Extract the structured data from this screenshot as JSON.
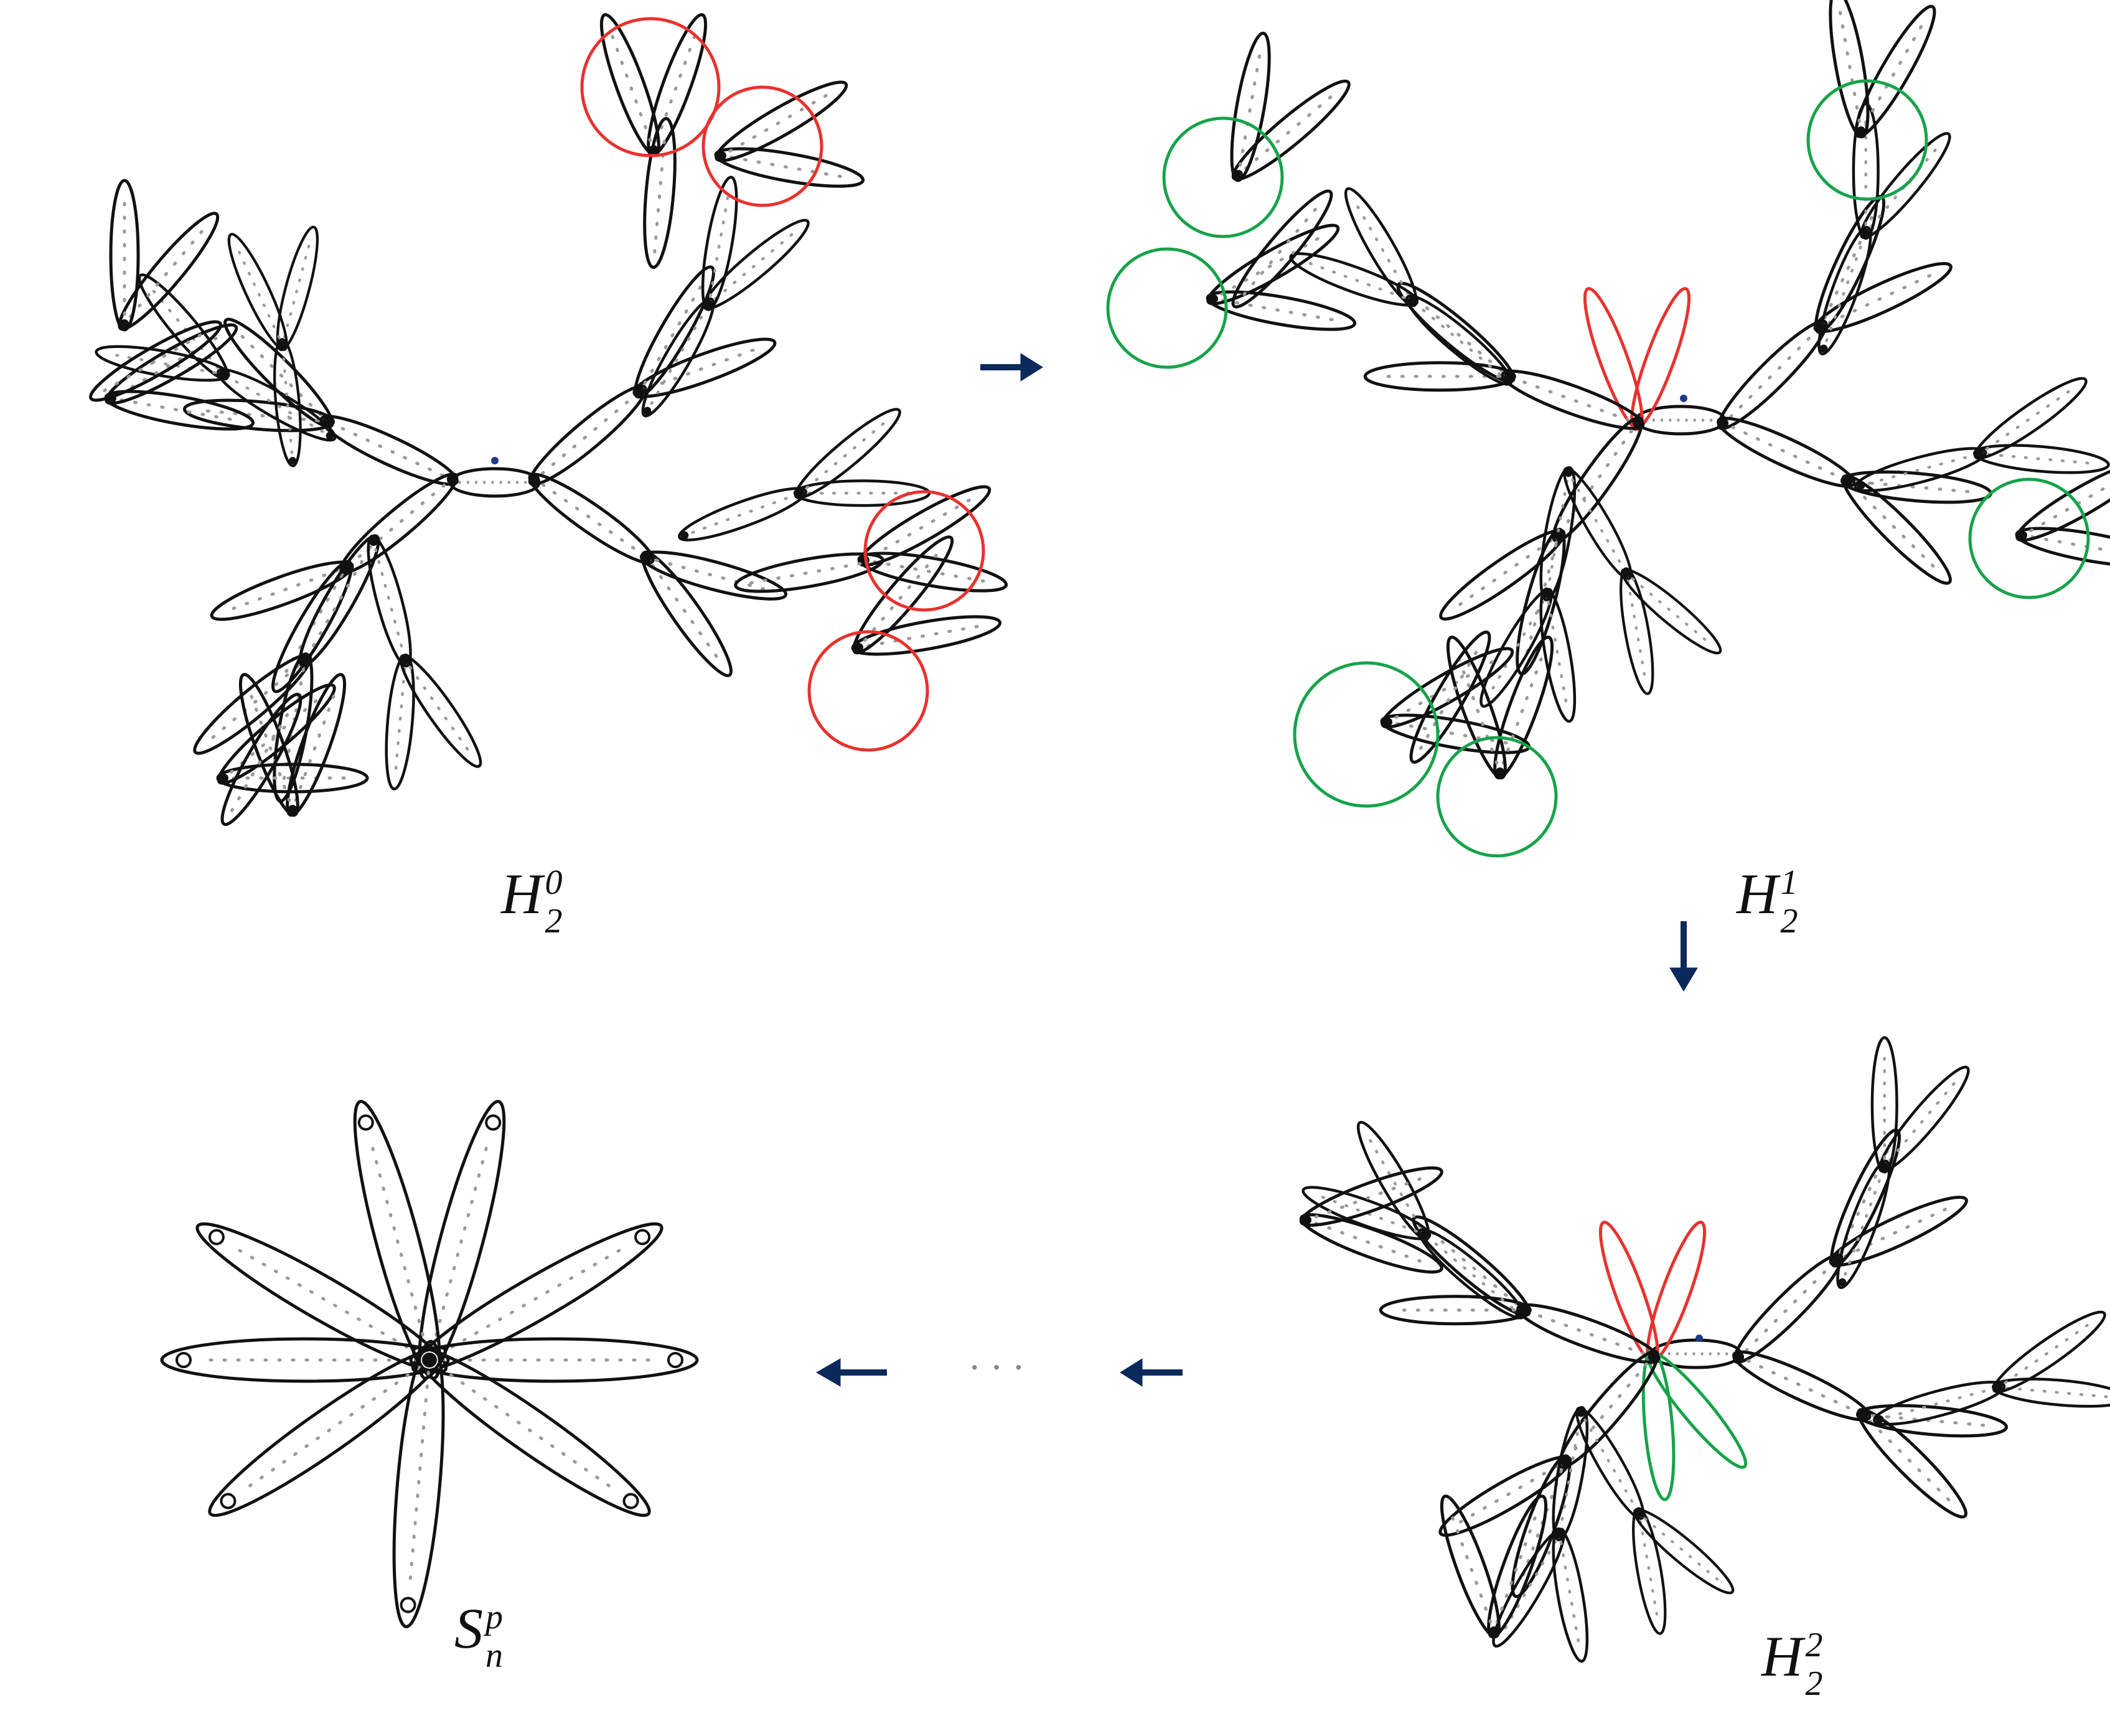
{
  "labels": {
    "h20": {
      "base": "H",
      "sub": "2",
      "sup": "0"
    },
    "h21": {
      "base": "H",
      "sub": "2",
      "sup": "1"
    },
    "h22": {
      "base": "H",
      "sub": "2",
      "sup": "2"
    },
    "snp": {
      "base": "S",
      "sub": "n",
      "sup": "p"
    }
  },
  "ellipsis": "···",
  "colors": {
    "edge": "#111111",
    "highlight_red": "#e8322e",
    "highlight_green": "#16a34a",
    "arrow": "#0b2a5b",
    "vertex_dots": "#9a9a9a"
  }
}
